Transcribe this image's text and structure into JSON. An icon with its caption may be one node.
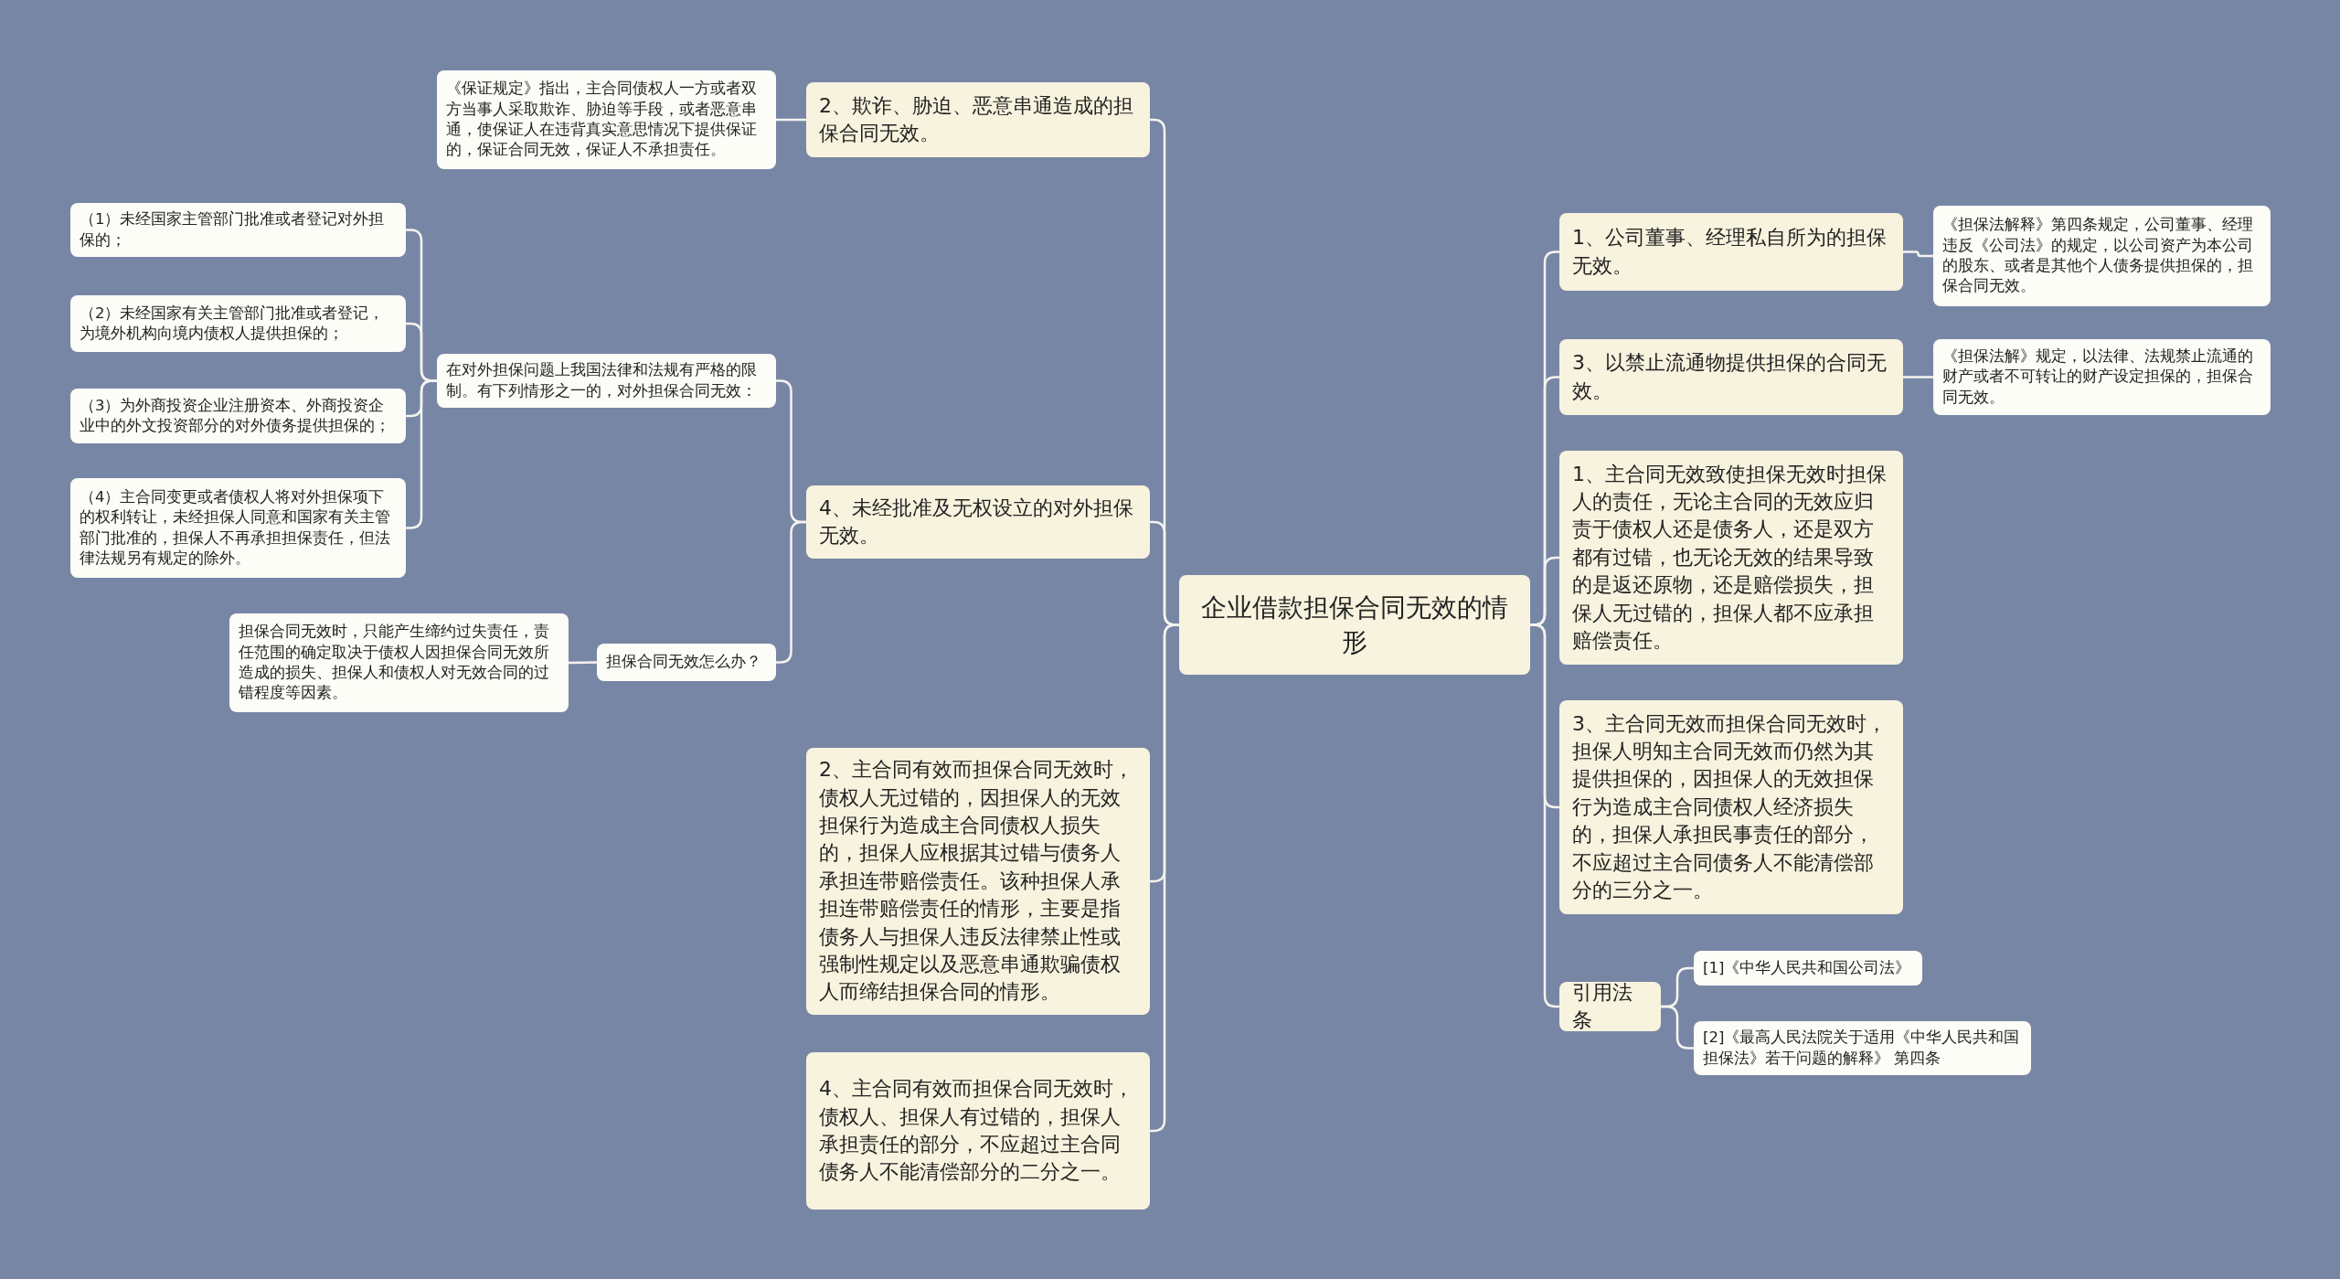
{
  "diagram": {
    "nodes": [
      {
        "text": [
          "企业借款担保合同无效的情形"
        ]
      },
      {
        "text": [
          "2、欺诈、胁迫、恶意串通造成的担保合同无效。"
        ]
      },
      {
        "text": [
          "《保证规定》指出，主合同债权人一方或者双方当事人采取欺诈、胁迫等手段，或者恶意串通，使保证人在违背真实意思情况下提供保证的，保证合同无效，保证人不承担责任。"
        ]
      },
      {
        "text": [
          "4、未经批准及无权设立的对外担保无效。"
        ]
      },
      {
        "text": [
          "在对外担保问题上我国法律和法规有严格的限制。有下列情形之一的，对外担保合同无效："
        ]
      },
      {
        "text": [
          "（1）未经国家主管部门批准或者登记对外担保的；"
        ]
      },
      {
        "text": [
          "（2）未经国家有关主管部门批准或者登记，为境外机构向境内债权人提供担保的；"
        ]
      },
      {
        "text": [
          "（3）为外商投资企业注册资本、外商投资企业中的外文投资部分的对外债务提供担保的；"
        ]
      },
      {
        "text": [
          "（4）主合同变更或者债权人将对外担保项下的权利转让，未经担保人同意和国家有关主管部门批准的，担保人不再承担担保责任，但法律法规另有规定的除外。"
        ]
      },
      {
        "text": [
          "担保合同无效怎么办？"
        ]
      },
      {
        "text": [
          "担保合同无效时，只能产生缔约过失责任，责任范围的确定取决于债权人因担保合同无效所造成的损失、担保人和债权人对无效合同的过错程度等因素。"
        ]
      },
      {
        "text": [
          "2、主合同有效而担保合同无效时，债权人无过错的，因担保人的无效担保行为造成主合同债权人损失的，担保人应根据其过错与债务人承担连带赔偿责任。该种担保人承担连带赔偿责任的情形，主要是指债务人与担保人违反法律禁止性或强制性规定以及恶意串通欺骗债权人而缔结担保合同的情形。"
        ]
      },
      {
        "text": [
          "4、主合同有效而担保合同无效时，债权人、担保人有过错的，担保人承担责任的部分，不应超过主合同债务人不能清偿部分的二分之一。"
        ]
      },
      {
        "text": [
          "1、公司董事、经理私自所为的担保无效。"
        ]
      },
      {
        "text": [
          "《担保法解释》第四条规定，公司董事、经理违反《公司法》的规定，以公司资产为本公司的股东、或者是其他个人债务提供担保的，担保合同无效。"
        ]
      },
      {
        "text": [
          "3、以禁止流通物提供担保的合同无效。"
        ]
      },
      {
        "text": [
          "《担保法解》规定，以法律、法规禁止流通的财产或者不可转让的财产设定担保的，担保合同无效。"
        ]
      },
      {
        "text": [
          "1、主合同无效致使担保无效时担保人的责任，无论主合同的无效应归责于债权人还是债务人，还是双方都有过错，也无论无效的结果导致的是返还原物，还是赔偿损失，担保人无过错的，担保人都不应承担赔偿责任。"
        ]
      },
      {
        "text": [
          "3、主合同无效而担保合同无效时，担保人明知主合同无效而仍然为其提供担保的，因担保人的无效担保行为造成主合同债权人经济损失的，担保人承担民事责任的部分，不应超过主合同债务人不能清偿部分的三分之一。"
        ]
      },
      {
        "text": [
          "引用法条"
        ]
      },
      {
        "text": [
          "[1]《中华人民共和国公司法》"
        ]
      },
      {
        "text": [
          "[2]《最高人民法院关于适用《中华人民共和国担保法》若干问题的解释》 第四条"
        ]
      }
    ],
    "edges": [
      {
        "from": 0,
        "to": 1,
        "arrow": "none"
      },
      {
        "from": 1,
        "to": 2,
        "arrow": "none"
      },
      {
        "from": 0,
        "to": 3,
        "arrow": "none"
      },
      {
        "from": 3,
        "to": 4,
        "arrow": "none"
      },
      {
        "from": 4,
        "to": 5,
        "arrow": "none"
      },
      {
        "from": 4,
        "to": 6,
        "arrow": "none"
      },
      {
        "from": 4,
        "to": 7,
        "arrow": "none"
      },
      {
        "from": 4,
        "to": 8,
        "arrow": "none"
      },
      {
        "from": 3,
        "to": 9,
        "arrow": "none"
      },
      {
        "from": 9,
        "to": 10,
        "arrow": "none"
      },
      {
        "from": 0,
        "to": 11,
        "arrow": "none"
      },
      {
        "from": 0,
        "to": 12,
        "arrow": "none"
      },
      {
        "from": 0,
        "to": 13,
        "arrow": "none"
      },
      {
        "from": 13,
        "to": 14,
        "arrow": "none"
      },
      {
        "from": 0,
        "to": 15,
        "arrow": "none"
      },
      {
        "from": 15,
        "to": 16,
        "arrow": "none"
      },
      {
        "from": 0,
        "to": 17,
        "arrow": "none"
      },
      {
        "from": 0,
        "to": 18,
        "arrow": "none"
      },
      {
        "from": 0,
        "to": 19,
        "arrow": "none"
      },
      {
        "from": 19,
        "to": 20,
        "arrow": "none"
      },
      {
        "from": 19,
        "to": 21,
        "arrow": "none"
      }
    ]
  }
}
